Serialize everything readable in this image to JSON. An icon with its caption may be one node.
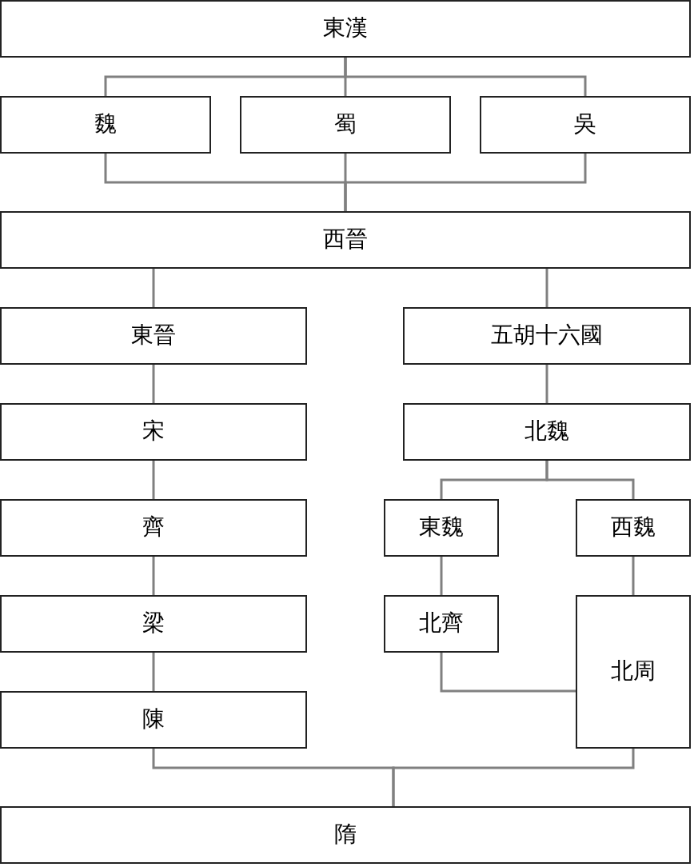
{
  "diagram": {
    "nodes": [
      {
        "text": [
          "東漢"
        ]
      },
      {
        "text": [
          "魏"
        ]
      },
      {
        "text": [
          "蜀"
        ]
      },
      {
        "text": [
          "吳"
        ]
      },
      {
        "text": [
          "西晉"
        ]
      },
      {
        "text": [
          "東晉"
        ]
      },
      {
        "text": [
          "五胡十六國"
        ]
      },
      {
        "text": [
          "宋"
        ]
      },
      {
        "text": [
          "北魏"
        ]
      },
      {
        "text": [
          "齊"
        ]
      },
      {
        "text": [
          "東魏"
        ]
      },
      {
        "text": [
          "西魏"
        ]
      },
      {
        "text": [
          "梁"
        ]
      },
      {
        "text": [
          "北齊"
        ]
      },
      {
        "text": [
          "北周"
        ]
      },
      {
        "text": [
          "陳"
        ]
      },
      {
        "text": [
          "隋"
        ]
      }
    ],
    "edges": [
      {
        "from": 0,
        "to": 1,
        "arrow": "none"
      },
      {
        "from": 0,
        "to": 2,
        "arrow": "none"
      },
      {
        "from": 0,
        "to": 3,
        "arrow": "none"
      },
      {
        "from": 1,
        "to": 4,
        "arrow": "none"
      },
      {
        "from": 2,
        "to": 4,
        "arrow": "none"
      },
      {
        "from": 3,
        "to": 4,
        "arrow": "none"
      },
      {
        "from": 4,
        "to": 5,
        "arrow": "none"
      },
      {
        "from": 4,
        "to": 6,
        "arrow": "none"
      },
      {
        "from": 5,
        "to": 7,
        "arrow": "none"
      },
      {
        "from": 7,
        "to": 9,
        "arrow": "none"
      },
      {
        "from": 9,
        "to": 12,
        "arrow": "none"
      },
      {
        "from": 12,
        "to": 15,
        "arrow": "none"
      },
      {
        "from": 6,
        "to": 8,
        "arrow": "none"
      },
      {
        "from": 8,
        "to": 10,
        "arrow": "none"
      },
      {
        "from": 8,
        "to": 11,
        "arrow": "none"
      },
      {
        "from": 10,
        "to": 13,
        "arrow": "none"
      },
      {
        "from": 11,
        "to": 14,
        "arrow": "none"
      },
      {
        "from": 13,
        "to": 14,
        "arrow": "none"
      },
      {
        "from": 15,
        "to": 16,
        "arrow": "none"
      },
      {
        "from": 14,
        "to": 16,
        "arrow": "none"
      }
    ]
  }
}
